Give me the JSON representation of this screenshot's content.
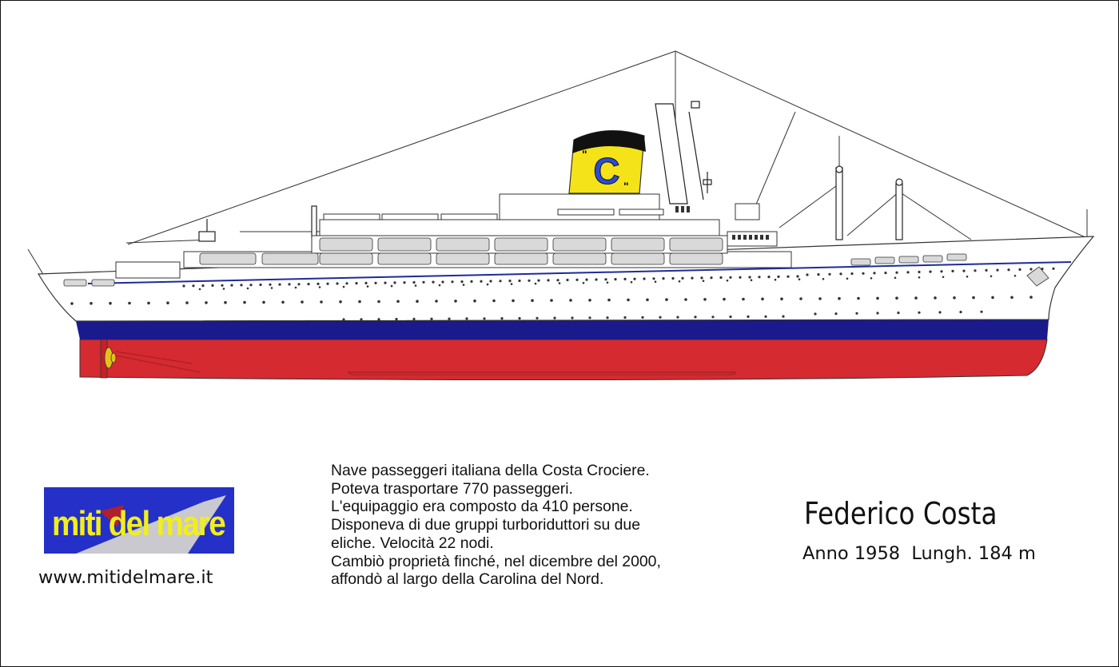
{
  "funnel_logo": "C",
  "logo": {
    "text": "miti del mare",
    "bg_color": "#2430c8",
    "text_color": "#f2ee1a",
    "accent_color": "#c9c9cf"
  },
  "website": "www.mitidelmare.it",
  "description_lines": [
    "Nave passeggeri italiana della Costa Crociere.",
    "Poteva trasportare 770 passeggeri.",
    "L'equipaggio era composto da 410 persone.",
    "Disponeva di due gruppi turboriduttori su due",
    "eliche. Velocità 22 nodi.",
    "Cambiò proprietà finché, nel dicembre del 2000,",
    "affondò al largo della Carolina del Nord."
  ],
  "ship": {
    "name": "Federico Costa",
    "info": "Anno 1958  Lungh. 184 m",
    "colors": {
      "hull_red": "#d42a30",
      "stripe_blue": "#1a1a8c",
      "funnel_yellow": "#f5e31a",
      "funnel_letter": "#2a4cd8",
      "superstructure": "#ffffff"
    }
  }
}
